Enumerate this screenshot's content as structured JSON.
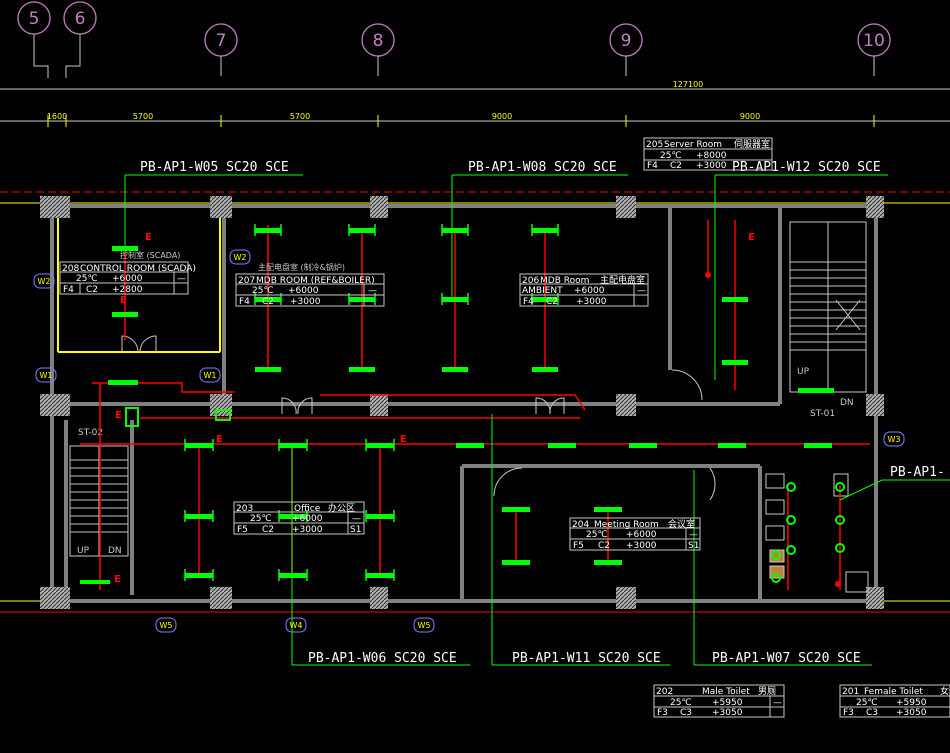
{
  "colors": {
    "background": "#000000",
    "wall": "#808080",
    "grid": "#c8c8c8",
    "conduit": "#ff0000",
    "light": "#00ff00",
    "text": "#ffffff",
    "label": "#ffff00",
    "axis_bubble": "#c080c0",
    "tag": "#8080ff"
  },
  "axes": {
    "a5": "5",
    "a6": "6",
    "a7": "7",
    "a8": "8",
    "a9": "9",
    "a10": "10"
  },
  "dims": {
    "total": "127100",
    "d1": "1600",
    "d2": "5700",
    "d3": "5700",
    "d4": "9000",
    "d5": "9000"
  },
  "circuits": {
    "w05": "PB-AP1-W05 SC20 SCE",
    "w08": "PB-AP1-W08 SC20 SCE",
    "w12": "PB-AP1-W12 SC20 SCE",
    "w06": "PB-AP1-W06 SC20 SCE",
    "w11": "PB-AP1-W11 SC20 SCE",
    "w07": "PB-AP1-W07 SC20 SCE",
    "right": "PB-AP1-"
  },
  "wall_tags": {
    "w1a": "W1",
    "w1b": "W1",
    "w2a": "W2",
    "w2b": "W2",
    "w3": "W3",
    "w4": "W4",
    "w5a": "W5",
    "w5b": "W5"
  },
  "stairs": {
    "st01": "ST-01",
    "st02": "ST-02",
    "up1": "UP",
    "dn1": "DN",
    "up2": "UP",
    "dn2": "DN"
  },
  "emergency": "E",
  "rooms": {
    "r208": {
      "cn": "控制室 (SCADA)",
      "no": "208",
      "name": "CONTROL ROOM (SCADA)",
      "temp": "25℃",
      "lvl": "+6000",
      "floor": "F4",
      "c": "C2",
      "h": "+2800",
      "x": "—"
    },
    "r207": {
      "cn": "主配电盘室 (制冷&锅炉)",
      "no": "207",
      "name": "MDB ROOM (REF&BOILER)",
      "temp": "25℃",
      "lvl": "+6000",
      "floor": "F4",
      "c": "C2",
      "h": "+3000",
      "x": "—"
    },
    "r206": {
      "no": "206",
      "name": "MDB Room",
      "cn": "主配电盘室",
      "temp": "AMBIENT",
      "lvl": "+6000",
      "floor": "F4",
      "c": "C2",
      "h": "+3000",
      "x": "—"
    },
    "r205": {
      "no": "205",
      "name": "Server Room",
      "cn": "伺服器室",
      "temp": "25℃",
      "lvl": "+8000",
      "floor": "F4",
      "c": "C2",
      "h": "+3000",
      "x": "—"
    },
    "r203": {
      "no": "203",
      "name": "Office",
      "cn": "办公区",
      "temp": "25℃",
      "lvl": "+6000",
      "floor": "F5",
      "c": "C2",
      "h": "+3000",
      "x": "—",
      "s": "S1"
    },
    "r204": {
      "no": "204",
      "name": "Meeting Room",
      "cn": "会议室",
      "temp": "25℃",
      "lvl": "+6000",
      "floor": "F5",
      "c": "C2",
      "h": "+3000",
      "x": "—",
      "s": "S1"
    },
    "r202": {
      "no": "202",
      "name": "Male Toilet",
      "cn": "男厕",
      "temp": "25℃",
      "lvl": "+5950",
      "floor": "F3",
      "c": "C3",
      "h": "+3050",
      "x": "—"
    },
    "r201": {
      "no": "201",
      "name": "Female Toilet",
      "cn": "女",
      "temp": "25℃",
      "lvl": "+5950",
      "floor": "F3",
      "c": "C3",
      "h": "+3050",
      "x": "—"
    }
  }
}
